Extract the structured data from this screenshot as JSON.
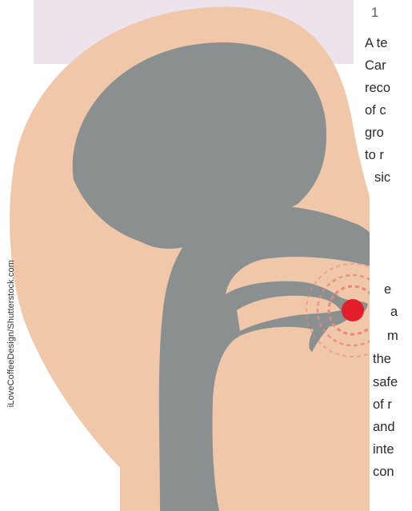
{
  "image_credit": "iLoveCoffeeDesign/Shutterstock.com",
  "article_text_lines": [
    "A te",
    "Car",
    "reco",
    "of c",
    "gro",
    "to r",
    "sic",
    "e",
    "a",
    "m",
    "the",
    "safe",
    "of r",
    "and",
    "inte",
    "con"
  ],
  "colors": {
    "panel": "#ede3ec",
    "skin": "#f0c7a9",
    "cavity": "#8a9090",
    "pain_point": "#e21e2b",
    "pain_ring": "#e8877e"
  }
}
